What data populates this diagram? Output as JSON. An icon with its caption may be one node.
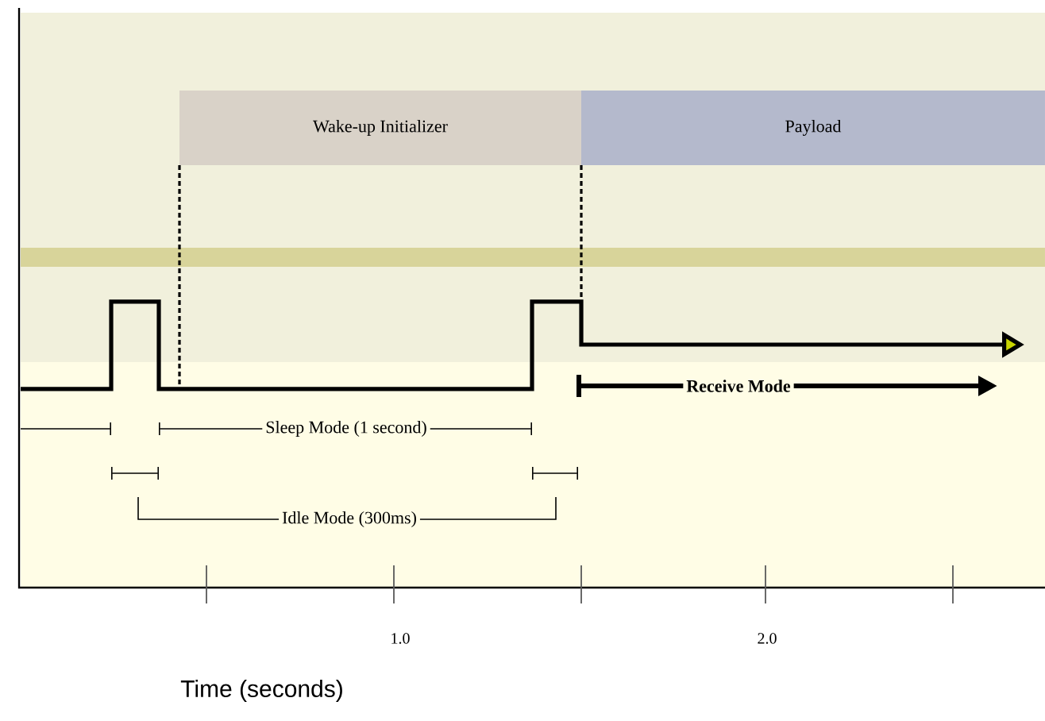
{
  "diagram": {
    "nodes": [
      {
        "text": [
          "Wake-up Initializer"
        ]
      },
      {
        "text": [
          "Payload"
        ]
      }
    ],
    "labels": [
      "Receive Mode",
      "Sleep Mode (1 second)",
      "Idle Mode (300ms)",
      "1.0",
      "2.0",
      "Time (seconds)"
    ]
  }
}
